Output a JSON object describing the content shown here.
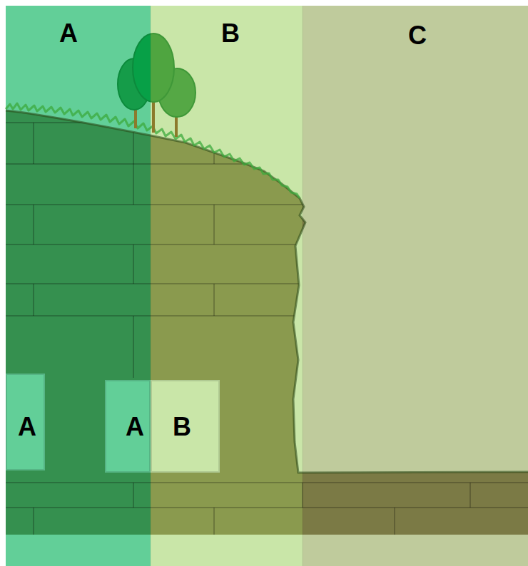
{
  "diagram": {
    "nodes": [
      {
        "text": [
          "A"
        ]
      },
      {
        "text": [
          "B"
        ]
      },
      {
        "text": [
          "C"
        ]
      },
      {
        "text": [
          "A"
        ],
        "in": 0
      },
      {
        "text": [
          "A"
        ],
        "in": 0
      },
      {
        "text": [
          "B"
        ],
        "in": 1
      }
    ]
  }
}
